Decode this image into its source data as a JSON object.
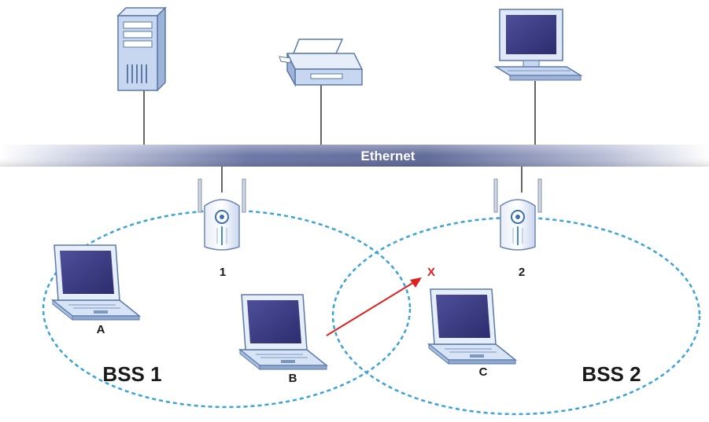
{
  "labels": {
    "ethernet": "Ethernet",
    "ap1": "1",
    "ap2": "2",
    "laptop_a": "A",
    "laptop_b": "B",
    "laptop_c": "C",
    "bss1": "BSS 1",
    "bss2": "BSS 2",
    "blocked": "X"
  },
  "colors": {
    "cell_outline": "#3aa3d8",
    "arrow": "#e02020",
    "backbone": "#5f6a98"
  },
  "icons": [
    "server-icon",
    "printer-icon",
    "desktop-icon",
    "access-point-icon",
    "laptop-icon"
  ]
}
